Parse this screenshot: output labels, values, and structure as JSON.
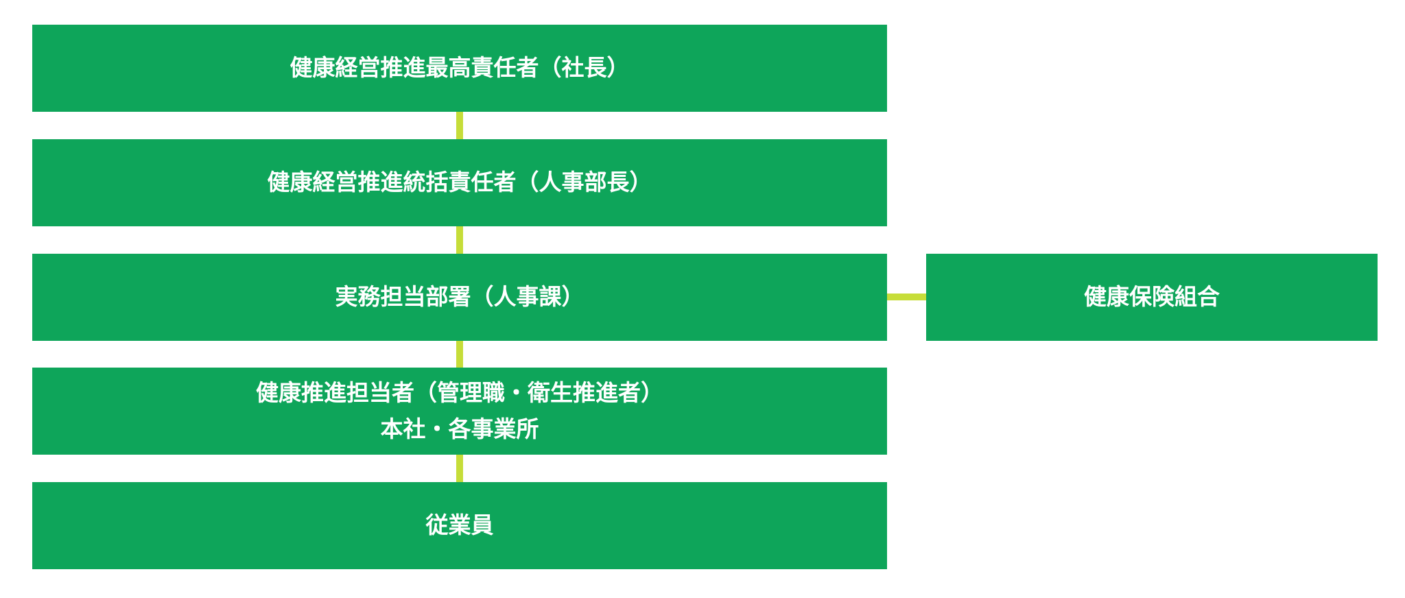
{
  "colors": {
    "box": "#0ea55a",
    "connector": "#c6dd39",
    "text": "#ffffff",
    "background": "#ffffff"
  },
  "nodes": {
    "ceo": "健康経営推進最高責任者（社長）",
    "general_manager": "健康経営推進統括責任者（人事部長）",
    "operations": "実務担当部署（人事課）",
    "health_promoters_line1": "健康推進担当者（管理職・衛生推進者）",
    "health_promoters_line2": "本社・各事業所",
    "employees": "従業員",
    "health_insurance": "健康保険組合"
  }
}
